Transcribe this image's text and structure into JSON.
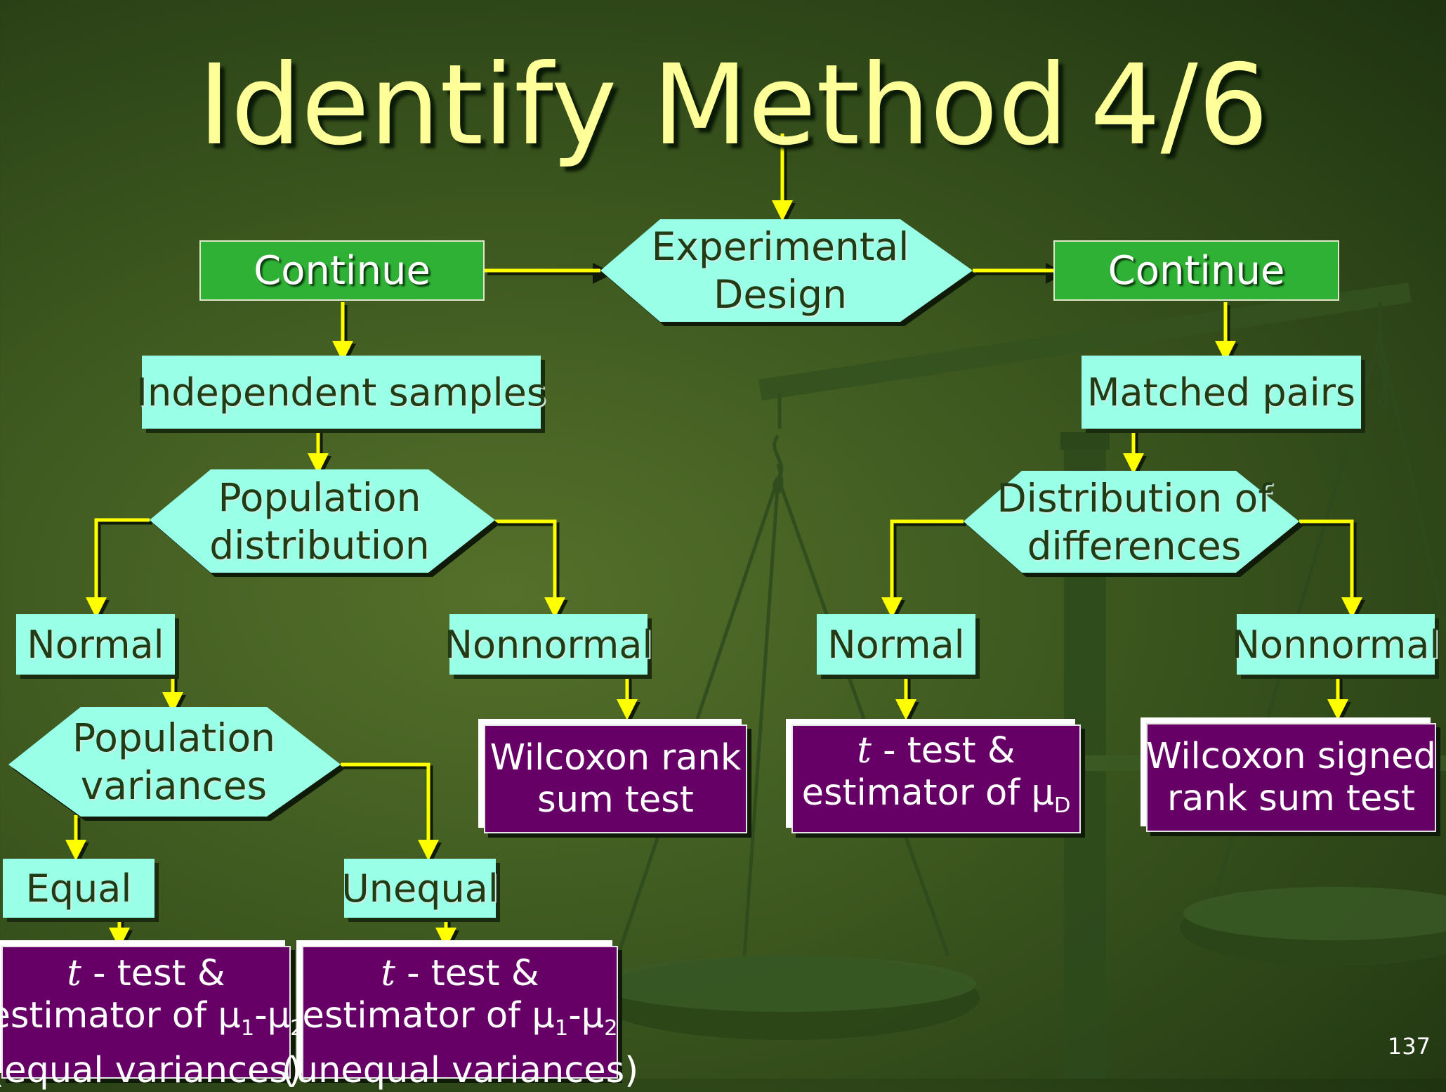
{
  "title": "Identify Method",
  "title_fraction": "4/6",
  "page_number": "137",
  "nodes": {
    "continue_left": "Continue",
    "continue_right": "Continue",
    "experimental_design": [
      "Experimental",
      "Design"
    ],
    "independent_samples": "Independent samples",
    "matched_pairs": "Matched pairs",
    "population_distribution": [
      "Population",
      "distribution"
    ],
    "distribution_of_differences": [
      "Distribution of",
      "differences"
    ],
    "normal_left": "Normal",
    "nonnormal_left": "Nonnormal",
    "normal_right": "Normal",
    "nonnormal_right": "Nonnormal",
    "population_variances": [
      "Population",
      "variances"
    ],
    "equal": "Equal",
    "unequal": "Unequal"
  },
  "results": {
    "wilcoxon_rank_sum": [
      "Wilcoxon rank",
      "sum test"
    ],
    "t_test_matched": {
      "t": "t",
      "line1": " - test &",
      "line2": "estimator of ",
      "mu": "μ",
      "sub": "D"
    },
    "wilcoxon_signed_rank": [
      "Wilcoxon signed",
      "rank sum test"
    ],
    "t_test_equal": {
      "t": "t",
      "line1": " - test &",
      "line2a": "estimator of ",
      "mu1": "μ",
      "sub1": "1",
      "dash": "-",
      "mu2": "μ",
      "sub2": "2",
      "line3": "(equal variances)"
    },
    "t_test_unequal": {
      "t": "t",
      "line1": " - test &",
      "line2a": "estimator of ",
      "mu1": "μ",
      "sub1": "1",
      "dash": "-",
      "mu2": "μ",
      "sub2": "2",
      "line3": "(unequal variances)"
    }
  },
  "colors": {
    "background": "#3f5a20",
    "title": "#ffff99",
    "green_box": "#2fb135",
    "aqua_box": "#99ffe6",
    "purple_box": "#660066",
    "connector": "#ffff00"
  }
}
